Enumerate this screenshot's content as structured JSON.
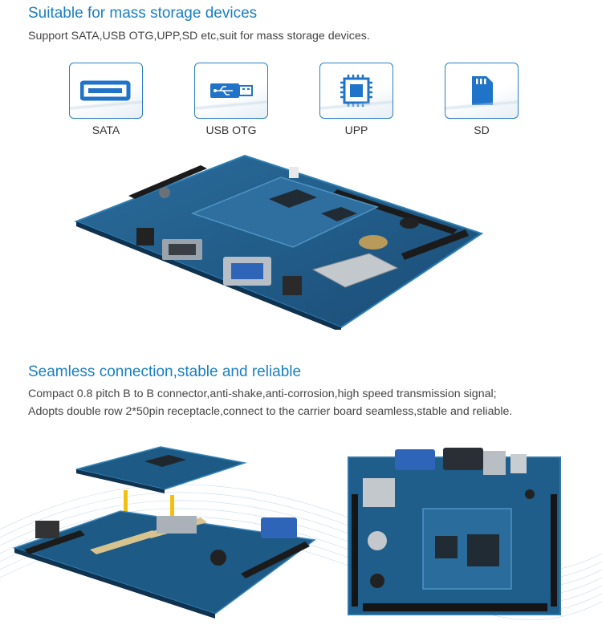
{
  "section1": {
    "title": "Suitable for mass storage devices",
    "description": "Support SATA,USB OTG,UPP,SD etc,suit for mass storage devices."
  },
  "features": [
    {
      "label": "SATA",
      "icon": "sata-icon"
    },
    {
      "label": "USB OTG",
      "icon": "usb-icon"
    },
    {
      "label": "UPP",
      "icon": "chip-icon"
    },
    {
      "label": "SD",
      "icon": "sd-card-icon"
    }
  ],
  "section2": {
    "title": "Seamless connection,stable and reliable",
    "line1": "Compact 0.8 pitch B to B connector,anti-shake,anti-corrosion,high speed transmission signal;",
    "line2": "Adopts double row 2*50pin receptacle,connect to the carrier board seamless,stable and reliable."
  },
  "colors": {
    "accent": "#1a7fc1",
    "pcb": "#1d5a86",
    "icon_blue": "#1f73c9"
  }
}
